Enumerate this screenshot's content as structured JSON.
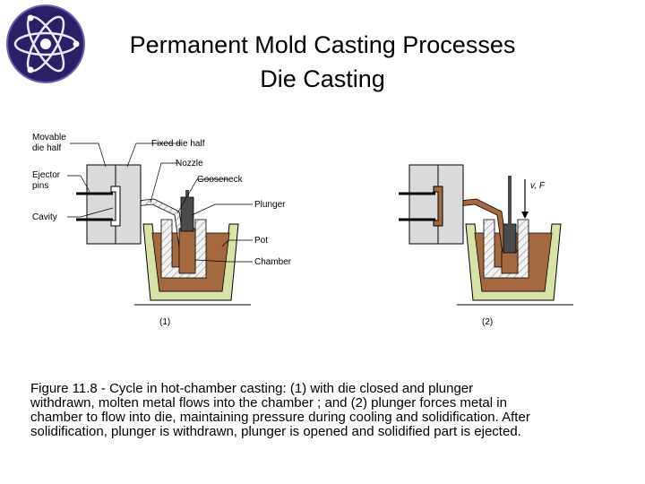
{
  "slide": {
    "title_line1": "Permanent Mold Casting Processes",
    "title_line2": "Die Casting"
  },
  "figure": {
    "labels": {
      "movable_1": "Movable",
      "movable_2": "die half",
      "fixed": "Fixed die half",
      "nozzle": "Nozzle",
      "gooseneck": "Gooseneck",
      "ejector_1": "Ejector",
      "ejector_2": "pins",
      "cavity": "Cavity",
      "plunger": "Plunger",
      "pot": "Pot",
      "chamber": "Chamber",
      "vf": "v, F"
    },
    "stage_labels": [
      "(1)",
      "(2)"
    ]
  },
  "caption": {
    "line1": "Figure 11.8 ‑ Cycle in hot-chamber casting: (1) with die closed and plunger",
    "line2": "withdrawn, molten metal flows into the chamber ; and (2) plunger forces metal in",
    "line3": "chamber to flow into die, maintaining pressure during cooling and solidification. After",
    "line4": "solidification, plunger is withdrawn, plunger is opened and solidified part is ejected."
  },
  "colors": {
    "logo_bg": "#2b1f66",
    "molten_metal": "#a4693f",
    "pot_green": "#d7e3a6",
    "die_gray": "#dadada",
    "plunger_dark": "#4a4a4a"
  }
}
